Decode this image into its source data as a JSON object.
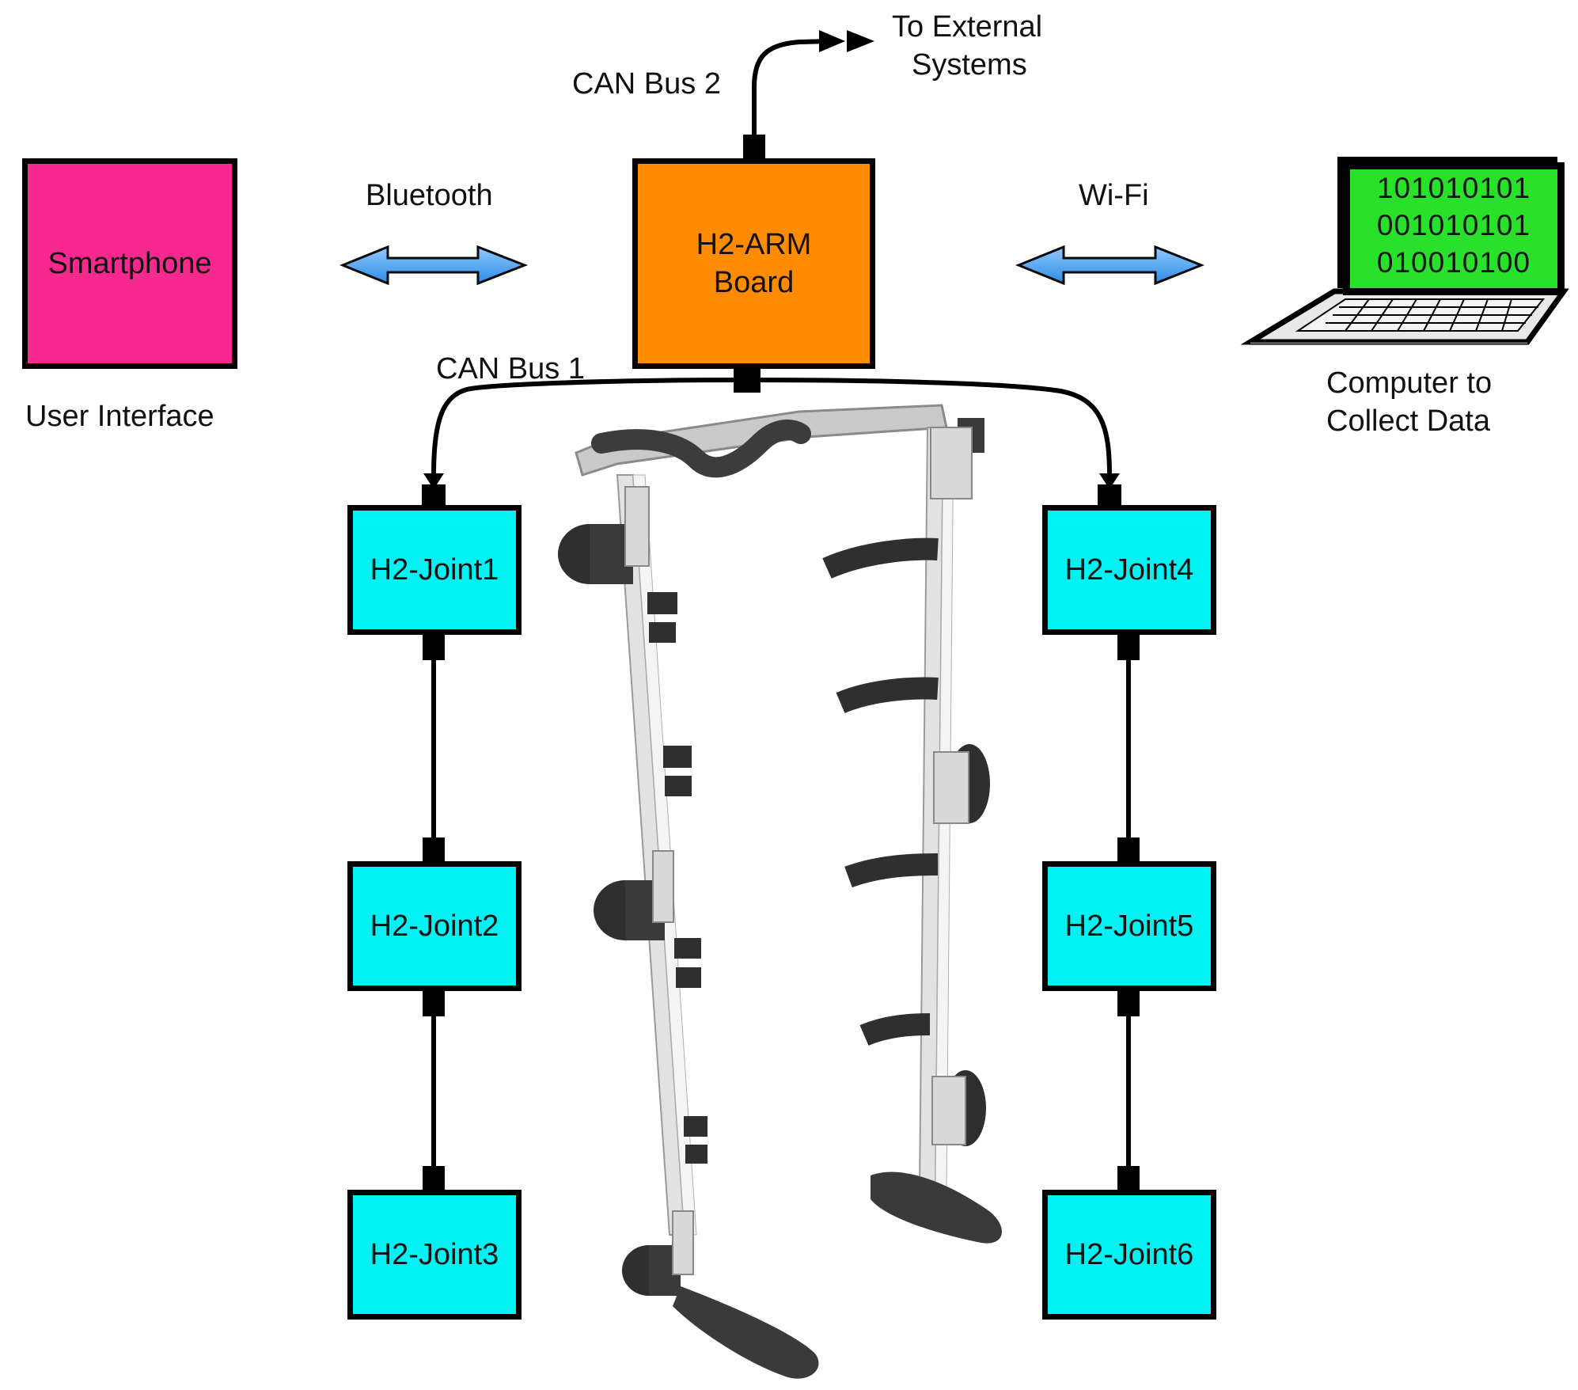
{
  "nodes": {
    "smartphone": "Smartphone",
    "user_interface": "User Interface",
    "arm_board_line1": "H2-ARM",
    "arm_board_line2": "Board",
    "joints": [
      "H2-Joint1",
      "H2-Joint2",
      "H2-Joint3",
      "H2-Joint4",
      "H2-Joint5",
      "H2-Joint6"
    ],
    "computer_line1": "Computer to",
    "computer_line2": "Collect Data",
    "external_line1": "To External",
    "external_line2": "Systems"
  },
  "links": {
    "bluetooth": "Bluetooth",
    "wifi": "Wi-Fi",
    "can_bus_1": "CAN Bus 1",
    "can_bus_2": "CAN Bus 2"
  },
  "laptop_screen": [
    "101010101",
    "001010101",
    "010010100"
  ],
  "colors": {
    "smartphone": "#f7298e",
    "arm_board": "#ff8c00",
    "joint": "#00f2f2",
    "laptop_screen": "#29e02a",
    "arrow": "#2e8de6"
  },
  "illustration": "exoskeleton-image"
}
